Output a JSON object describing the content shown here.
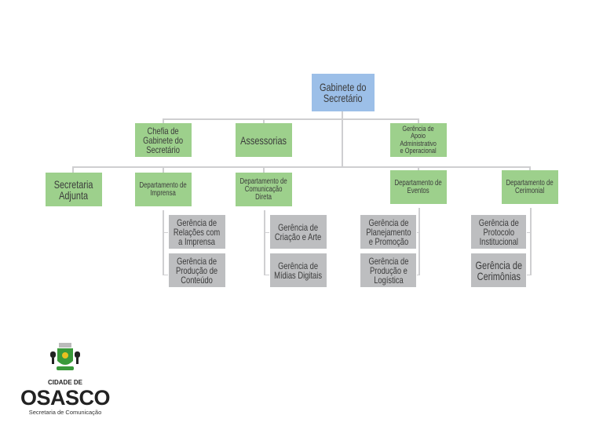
{
  "root": "Gabinete do\nSecretário",
  "level2": [
    "Chefia de\nGabinete do\nSecretário",
    "Assessorias",
    "Gerência de\nApoio\nAdministrativo\ne Operacional"
  ],
  "level3": [
    "Secretaria\nAdjunta",
    "Departamento de\nImprensa",
    "Departamento de\nComunicação\nDireta",
    "Departamento de\nEventos",
    "Departamento de\nCerimonial"
  ],
  "managements": {
    "imprensa": [
      "Gerência de\nRelações com\na Imprensa",
      "Gerência de\nProdução de\nConteúdo"
    ],
    "comunicacao": [
      "Gerência de\nCriação e Arte",
      "Gerência de\nMídias Digitais"
    ],
    "eventos": [
      "Gerência de\nPlanejamento\ne Promoção",
      "Gerência de\nProdução e\nLogística"
    ],
    "cerimonial": [
      "Gerência de\nProtocolo\nInstitucional",
      "Gerência de\nCerimônias"
    ]
  },
  "logo": {
    "line1": "CIDADE DE",
    "line2": "OSASCO",
    "line3": "Secretaria de Comunicação"
  },
  "colors": {
    "root": "#9cbfe8",
    "unit": "#9dd08c",
    "management": "#bdbec0",
    "connector": "#cfcfd1"
  }
}
